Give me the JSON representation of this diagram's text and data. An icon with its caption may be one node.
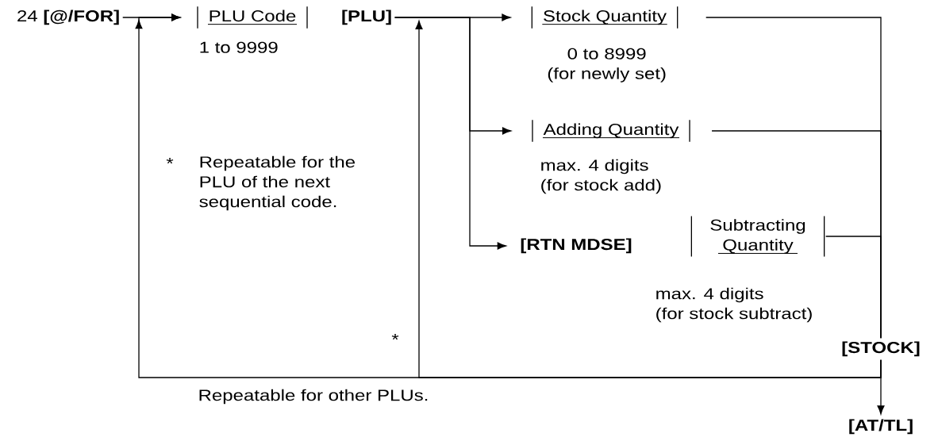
{
  "diagram": {
    "nodes": [
      {
        "text": [
          "24 **[@/FOR]**"
        ]
      },
      {
        "text": [
          "PLU Code"
        ],
        "beside": [
          "1 to 9999"
        ]
      },
      {
        "text": [
          "[PLU]"
        ]
      },
      {
        "text": [
          "Stock Quantity"
        ],
        "beside": [
          "0 to 8999 (for newly set)"
        ]
      },
      {
        "text": [
          "Adding Quantity"
        ],
        "beside": [
          "max. 4 digits (for stock add)"
        ]
      },
      {
        "text": [
          "[RTN MDSE]"
        ]
      },
      {
        "text": [
          "Subtracting Quantity"
        ],
        "beside": [
          "max. 4 digits (for stock subtract)"
        ]
      },
      {
        "text": [
          "[STOCK]"
        ]
      },
      {
        "text": [
          "[AT/TL]"
        ]
      }
    ],
    "edges": [
      {
        "from": 0,
        "to": 1,
        "arrow": "to"
      },
      {
        "from": 2,
        "to": 3,
        "arrow": "to"
      },
      {
        "from": 2,
        "to": 4,
        "arrow": "to"
      },
      {
        "from": 2,
        "to": 5,
        "arrow": "to"
      },
      {
        "from": 3,
        "to": 7,
        "arrow": "none"
      },
      {
        "from": 4,
        "to": 7,
        "arrow": "none"
      },
      {
        "from": 6,
        "to": 7,
        "arrow": "none"
      },
      {
        "from": 7,
        "to": 8,
        "arrow": "to"
      },
      {
        "from": 7,
        "to": 1,
        "arrow": "to",
        "label": "Repeatable for other PLUs."
      },
      {
        "from": 7,
        "to": null,
        "arrow": "to"
      }
    ],
    "labels": [
      "*",
      "Repeatable for the PLU of the next sequential code.",
      "*"
    ]
  }
}
